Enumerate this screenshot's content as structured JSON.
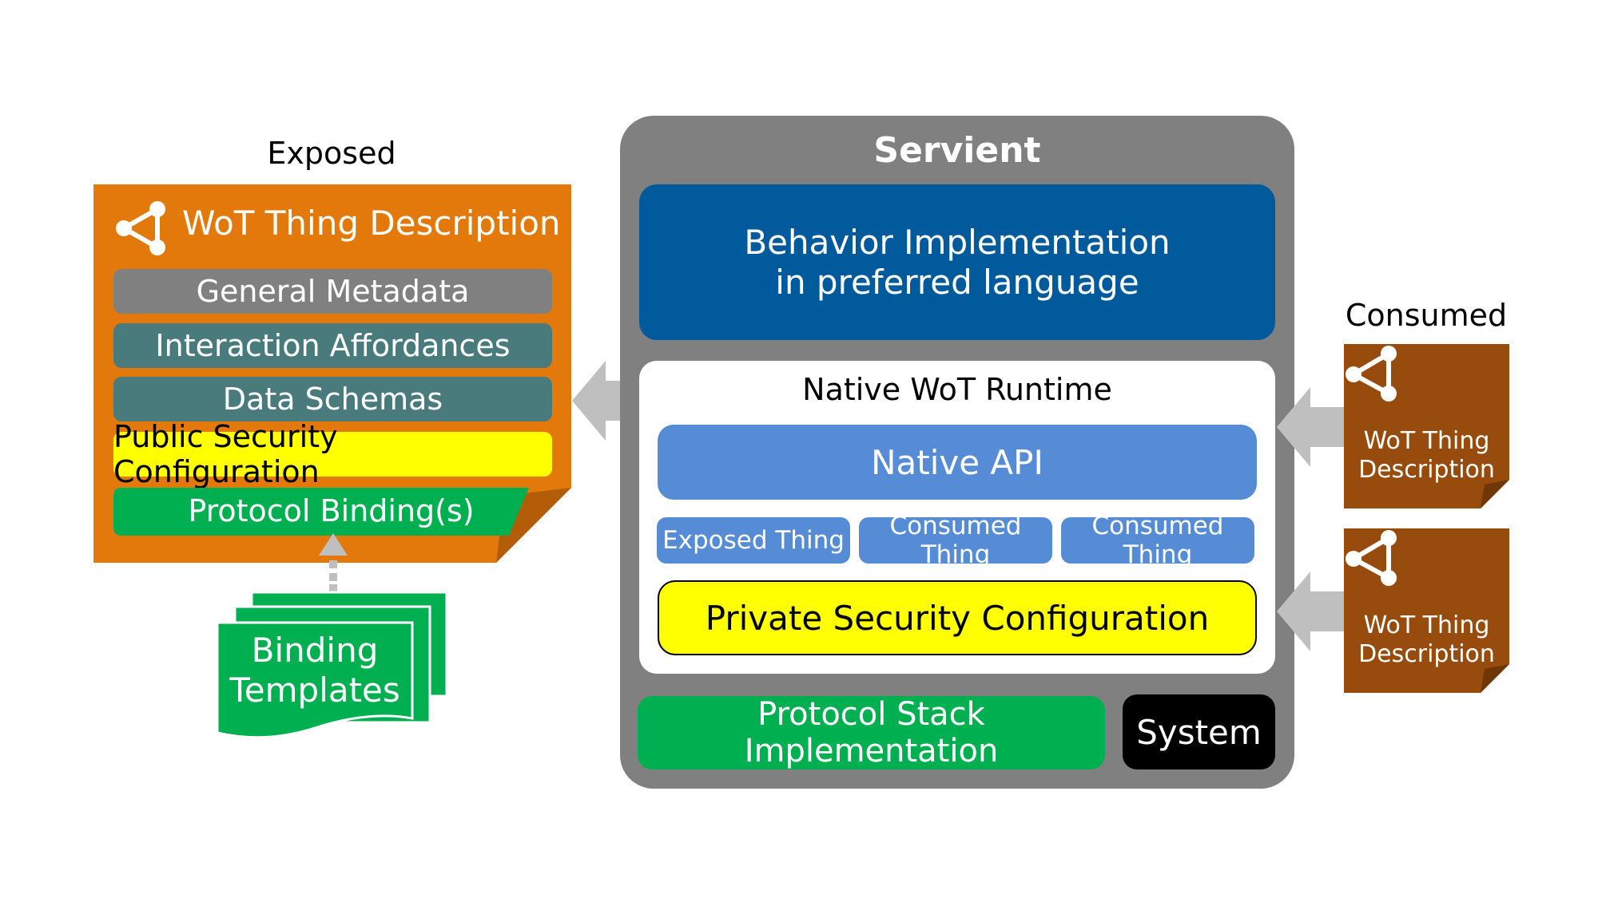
{
  "exposed": {
    "label": "Exposed",
    "td_title": "WoT Thing Description",
    "rows": [
      {
        "label": "General Metadata"
      },
      {
        "label": "Interaction Affordances"
      },
      {
        "label": "Data Schemas"
      },
      {
        "label": "Public Security Configuration"
      },
      {
        "label": "Protocol Binding(s)"
      }
    ],
    "binding_templates": {
      "line1": "Binding",
      "line2": "Templates"
    }
  },
  "servient": {
    "title": "Servient",
    "behavior": {
      "line1": "Behavior Implementation",
      "line2": "in preferred language"
    },
    "runtime": {
      "title": "Native WoT Runtime",
      "native_api": "Native API",
      "things": [
        "Exposed Thing",
        "Consumed Thing",
        "Consumed Thing"
      ],
      "private_security": "Private Security Configuration"
    },
    "protocol_stack": "Protocol Stack Implementation",
    "system": "System"
  },
  "consumed": {
    "label": "Consumed",
    "tds": [
      {
        "line1": "WoT Thing",
        "line2": "Description"
      },
      {
        "line1": "WoT Thing",
        "line2": "Description"
      }
    ]
  },
  "colors": {
    "td_orange": "#e4790b",
    "td_orange_fold": "#b45d08",
    "metadata_gray": "#808080",
    "teal": "#497b7c",
    "yellow": "#ffff00",
    "green": "#00b050",
    "servient_gray": "#808080",
    "behavior_blue": "#005a9c",
    "api_blue": "#568bd5",
    "consumed_brown": "#974b0c",
    "consumed_fold": "#6f3608",
    "arrow_gray": "#bfbfbf"
  }
}
